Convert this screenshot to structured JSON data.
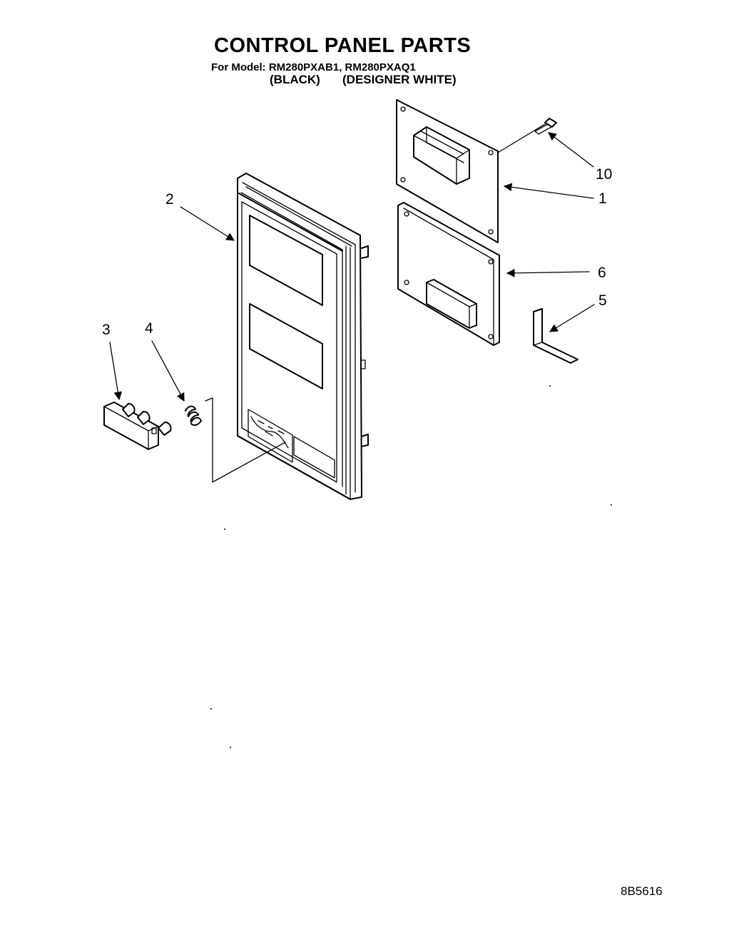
{
  "header": {
    "title": "CONTROL PANEL PARTS",
    "model_line": "For Model: RM280PXAB1, RM280PXAQ1",
    "variant_black": "(BLACK)",
    "variant_white": "(DESIGNER WHITE)"
  },
  "callouts": {
    "c1": "1",
    "c2": "2",
    "c3": "3",
    "c4": "4",
    "c5": "5",
    "c6": "6",
    "c10": "10"
  },
  "footer": {
    "doc_number": "8B5616"
  }
}
